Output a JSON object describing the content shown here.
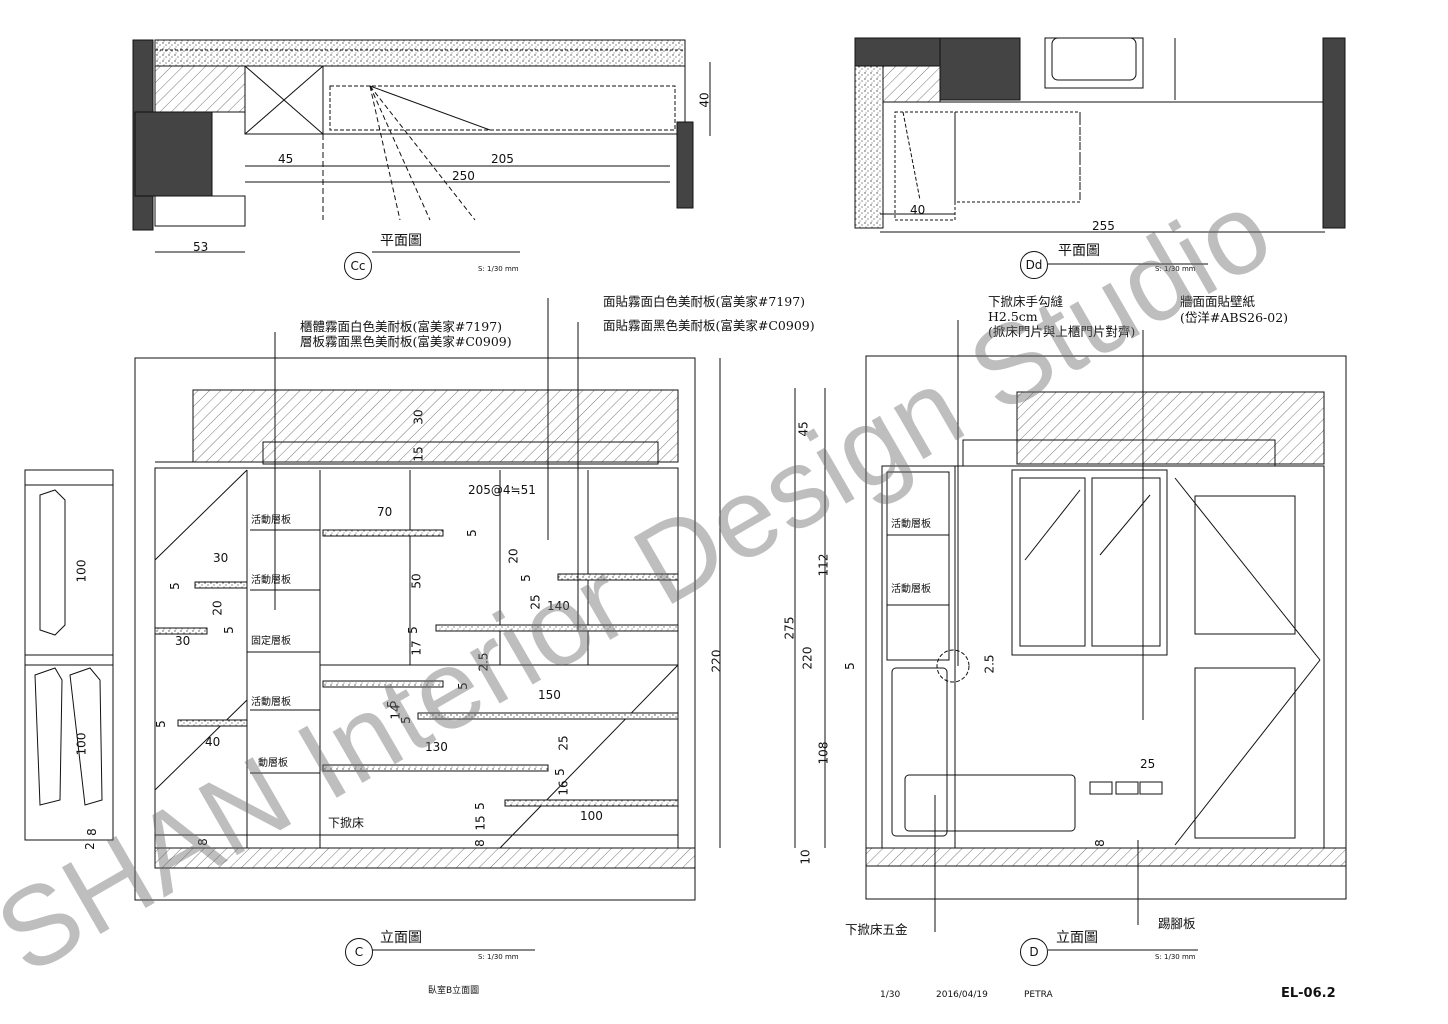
{
  "plan_c": {
    "title": "平面圖",
    "marker": "Cc",
    "scale": "S: 1/30 mm",
    "dims": [
      "45",
      "205",
      "250",
      "53",
      "40"
    ]
  },
  "plan_d": {
    "title": "平面圖",
    "marker": "Dd",
    "scale": "S: 1/30 mm",
    "dims": [
      "40",
      "255"
    ]
  },
  "elev_c": {
    "title": "立面圖",
    "marker": "C",
    "scale": "S: 1/30 mm",
    "notes": {
      "cabinet_body": "櫃體霧面白色美耐板(富美家#7197)",
      "shelf": "層板霧面黑色美耐板(富美家#C0909)",
      "face_white": "面貼霧面白色美耐板(富美家#7197)",
      "face_black": "面貼霧面黑色美耐板(富美家#C0909)"
    },
    "labels": {
      "movable1": "活動層板",
      "movable2": "活動層板",
      "fixed": "固定層板",
      "movable3": "活動層板",
      "movable4": "動層板",
      "pulldown_bed": "下掀床",
      "spacing": "205@4≒51"
    },
    "dims": {
      "d30_top": "30",
      "d15_top": "15",
      "d70": "70",
      "d5_a": "5",
      "d20_a": "20",
      "d5_b": "5",
      "d50": "50",
      "d140": "140",
      "d25_a": "25",
      "d5_c": "5",
      "d17": "17",
      "d2_5": "2.5",
      "d5_d": "5",
      "d150": "150",
      "d5_e": "5",
      "d14": "14",
      "d5_f": "5",
      "d130": "130",
      "d25_b": "25",
      "d5_g": "5",
      "d16": "16",
      "d5_h": "5",
      "d15_b": "15",
      "d100": "100",
      "d8": "8",
      "d220": "220",
      "d30_l": "30",
      "d5_l1": "5",
      "d20_l": "20",
      "d5_l2": "5",
      "d30_l2": "30",
      "d5_l3": "5",
      "d40": "40",
      "d8_l": "8",
      "wardrobe_100a": "100",
      "wardrobe_100b": "100",
      "wardrobe_8": "8",
      "wardrobe_2": "2"
    }
  },
  "elev_d": {
    "title": "立面圖",
    "marker": "D",
    "scale": "S: 1/30 mm",
    "notes": {
      "handle": "下掀床手勾縫",
      "handle_h": "H2.5cm",
      "handle_note": "(掀床門片與上櫃門片對齊)",
      "wallpaper": "牆面面貼壁紙",
      "wallpaper_code": "(岱洋#ABS26-02)",
      "hardware": "下掀床五金",
      "kickboard": "踢腳板"
    },
    "labels": {
      "movable1": "活動層板",
      "movable2": "活動層板"
    },
    "dims": {
      "d45": "45",
      "d112": "112",
      "d275": "275",
      "d220": "220",
      "d5": "5",
      "d2_5": "2.5",
      "d108": "108",
      "d25": "25",
      "d10": "10",
      "d8": "8"
    }
  },
  "title_block": {
    "sheet_name": "臥室B立面圖",
    "scale": "1/30",
    "date": "2016/04/19",
    "designer": "PETRA",
    "code": "EL-06.2"
  },
  "watermark": "SHAN Interior Design Studio"
}
